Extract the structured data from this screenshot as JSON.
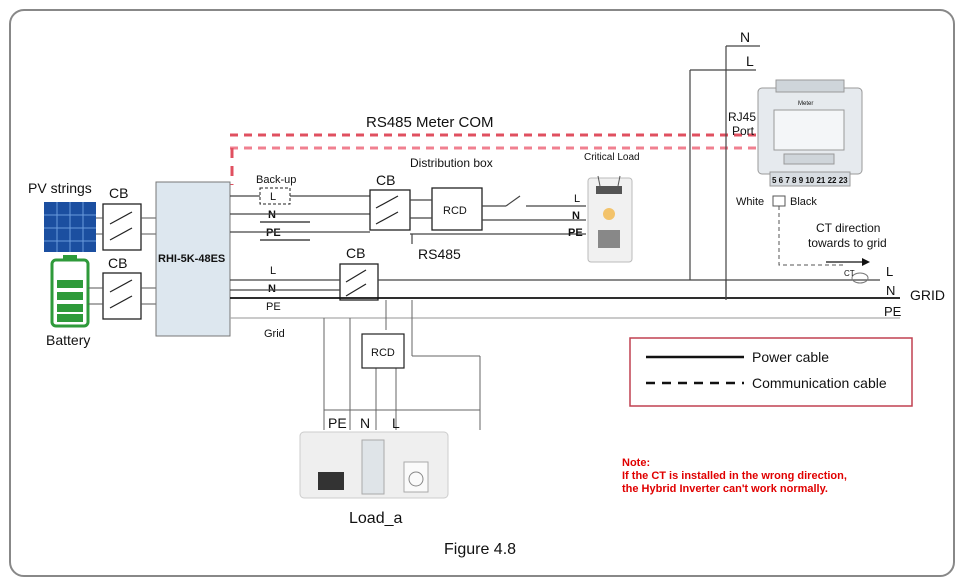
{
  "title": "RS485    Meter COM",
  "caption": "Figure 4.8",
  "labels": {
    "pv_strings": "PV strings",
    "battery": "Battery",
    "cb": "CB",
    "inverter": "RHI-5K-48ES",
    "backup": "Back-up",
    "l": "L",
    "n": "N",
    "pe": "PE",
    "grid_port": "Grid",
    "distribution_box": "Distribution box",
    "critical_load": "Critical Load",
    "rcd": "RCD",
    "rs485": "RS485",
    "rj45": "RJ45",
    "port": "Port",
    "white": "White",
    "black": "Black",
    "ct": "CT",
    "ct_direction_line1": "CT direction",
    "ct_direction_line2": "towards to grid",
    "grid": "GRID",
    "load_a": "Load_a",
    "meter": "Meter",
    "meter_terminals": "5 6 7 8 9 10 21 22 23"
  },
  "legend": {
    "power_cable": "Power cable",
    "communication_cable": "Communication cable"
  },
  "note": {
    "title": "Note:",
    "line1": "If the CT is installed in the wrong direction,",
    "line2": "the Hybrid Inverter can't work normally."
  },
  "colors": {
    "frame": "#888888",
    "rs485_dash": "#e05060",
    "note": "#e00000",
    "legend_border": "#c04050",
    "inverter_fill": "#dde7ef",
    "pv_panel": "#1b4fa0",
    "battery": "#2e9a3a"
  }
}
